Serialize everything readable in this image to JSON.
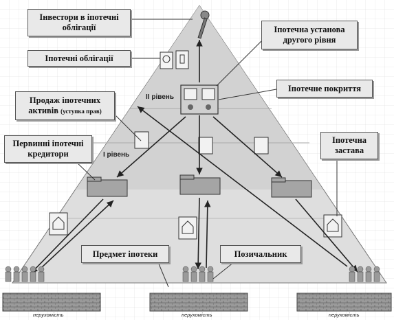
{
  "callouts": {
    "investors": "Інвестори в іпотечні облігації",
    "bonds": "Іпотечні облігації",
    "second_level": "Іпотечна установа другого рівня",
    "coverage": "Іпотечне покриття",
    "sale_line1": "Продаж іпотечних",
    "sale_line2": "активів",
    "sale_small": "(уступка прав)",
    "primary": "Первинні іпотечні кредитори",
    "collateral": "Іпотечна застава",
    "subject": "Предмет іпотеки",
    "borrower": "Позичальник"
  },
  "levels": {
    "level2": "ІІ рівень",
    "level1": "І рівень"
  },
  "footer_labels": [
    "нерухомість",
    "нерухомість",
    "нерухомість"
  ],
  "colors": {
    "pyramid_fill": "#dcdcdc",
    "callout_fill": "#e9e9e9",
    "arrow": "#222222",
    "brick": "#8a8a8a"
  }
}
